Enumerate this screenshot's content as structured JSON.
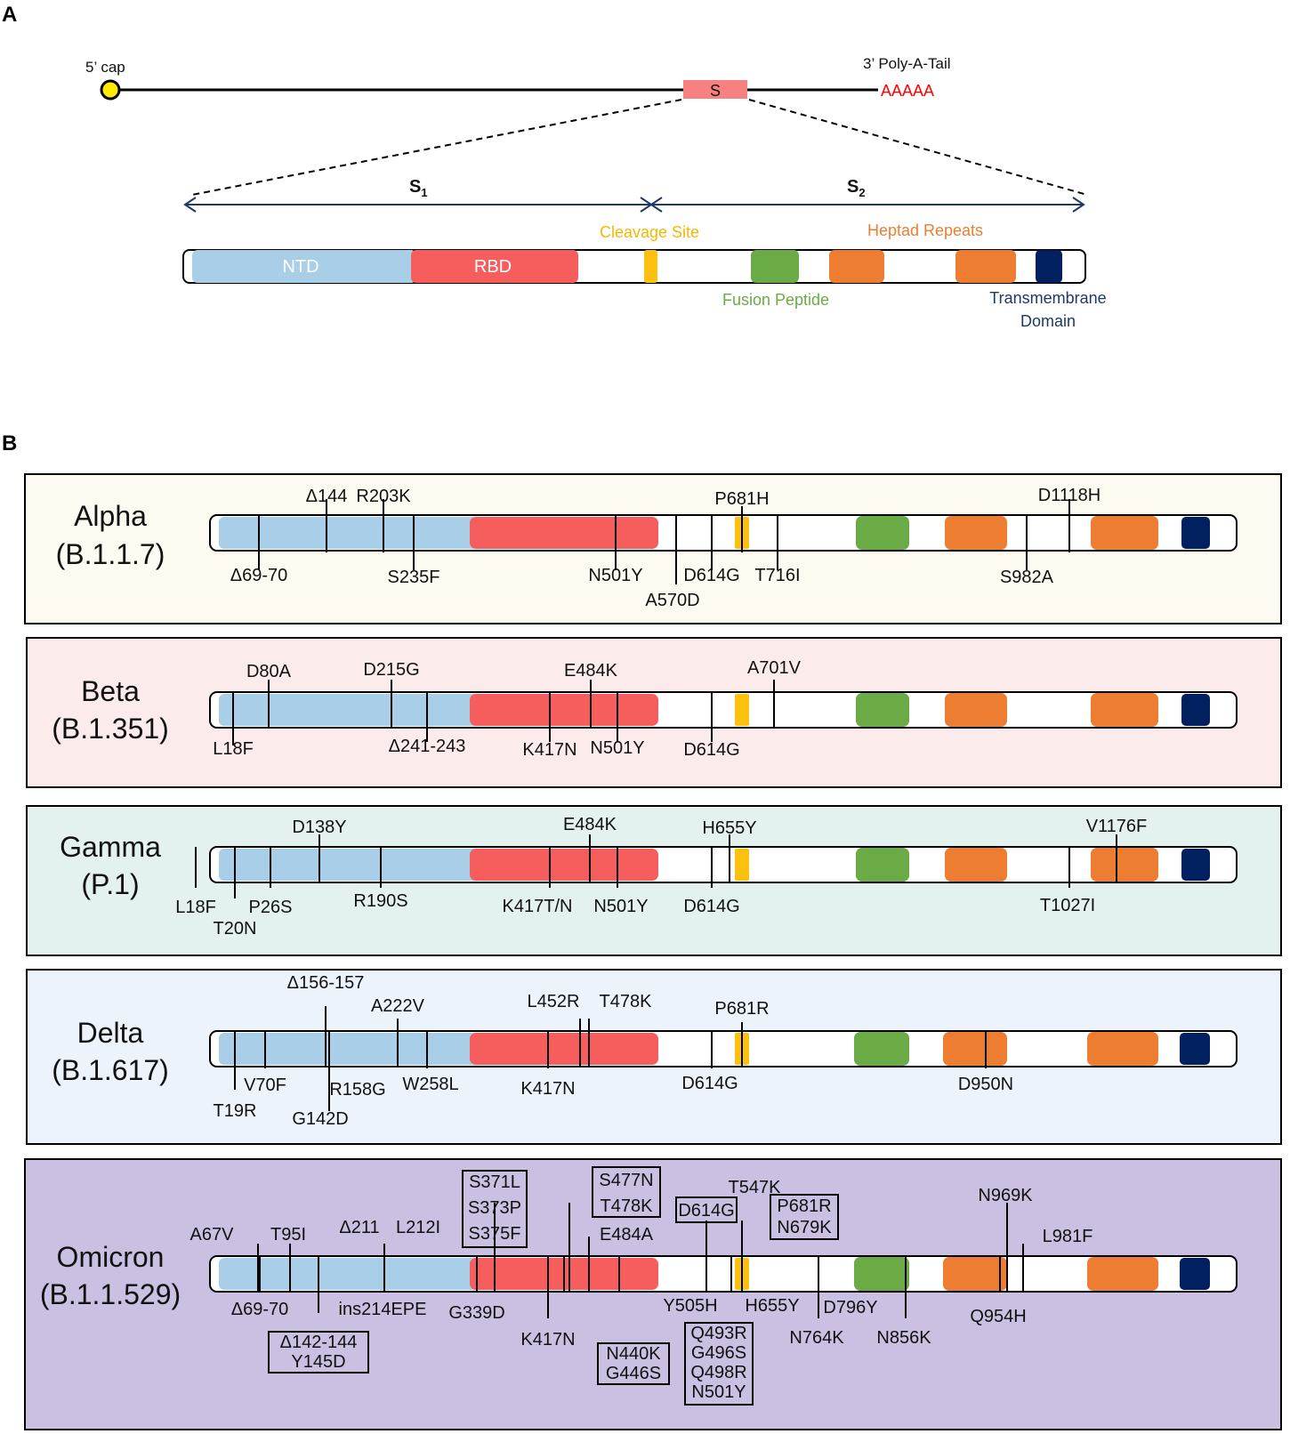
{
  "panelA": {
    "letter": "A",
    "five_cap": "5’ cap",
    "three_tail": "3’ Poly-A-Tail",
    "polyA": "AAAAA",
    "s_gene": "S",
    "s1_label": "S",
    "s1_sub": "1",
    "s2_label": "S",
    "s2_sub": "2",
    "domains": {
      "ntd": "NTD",
      "rbd": "RBD",
      "cleavage": "Cleavage Site",
      "heptad": "Heptad Repeats",
      "fusion": "Fusion Peptide",
      "tm_line1": "Transmembrane",
      "tm_line2": "Domain"
    }
  },
  "panelB": {
    "letter": "B",
    "variants": {
      "alpha": {
        "name": "Alpha",
        "lineage": "(B.1.1.7)",
        "mutations": [
          "Δ144",
          "R203K",
          "P681H",
          "D1118H",
          "Δ69-70",
          "S235F",
          "N501Y",
          "D614G",
          "T716I",
          "S982A",
          "A570D"
        ]
      },
      "beta": {
        "name": "Beta",
        "lineage": "(B.1.351)",
        "mutations": [
          "D80A",
          "D215G",
          "E484K",
          "A701V",
          "L18F",
          "Δ241-243",
          "K417N",
          "N501Y",
          "D614G"
        ]
      },
      "gamma": {
        "name": "Gamma",
        "lineage": "(P.1)",
        "mutations": [
          "D138Y",
          "E484K",
          "H655Y",
          "V1176F",
          "L18F",
          "P26S",
          "T20N",
          "R190S",
          "K417T/N",
          "N501Y",
          "D614G",
          "T1027I"
        ]
      },
      "delta": {
        "name": "Delta",
        "lineage": "(B.1.617)",
        "mutations": [
          "Δ156-157",
          "A222V",
          "L452R",
          "T478K",
          "P681R",
          "V70F",
          "R158G",
          "W258L",
          "K417N",
          "D614G",
          "D950N",
          "T19R",
          "G142D"
        ]
      },
      "omicron": {
        "name": "Omicron",
        "lineage": "(B.1.1.529)",
        "mutations": [
          "A67V",
          "T95I",
          "Δ211",
          "L212I",
          "S371L",
          "S373P",
          "S375F",
          "S477N",
          "T478K",
          "E484A",
          "T547K",
          "D614G",
          "P681R",
          "N679K",
          "N969K",
          "L981F",
          "Δ69-70",
          "ins214EPE",
          "G339D",
          "K417N",
          "Y505H",
          "H655Y",
          "D796Y",
          "N764K",
          "N856K",
          "Q954H",
          "Δ142-144",
          "Y145D",
          "N440K",
          "G446S",
          "Q493R",
          "G496S",
          "Q498R",
          "N501Y"
        ]
      }
    }
  },
  "colors": {
    "ntd": "#a9cfe8",
    "rbd": "#f65e5e",
    "cleavage": "#fcc10e",
    "fusion": "#6aab45",
    "heptad": "#ed7d31",
    "tm": "#002060",
    "alpha_bg": "#fdfaf1",
    "beta_bg": "#fcebeb",
    "gamma_bg": "#e3f1ef",
    "delta_bg": "#edf3fb",
    "omicron_bg": "#cbc0e2",
    "cap": "#ffeb00",
    "polyA": "#ff0000",
    "s_box": "#f78080",
    "arrow": "#1f3864",
    "cleavage_text": "#f5b700",
    "heptad_text": "#ed7d31",
    "fusion_text": "#6aab45",
    "tm_text": "#1f3864"
  }
}
